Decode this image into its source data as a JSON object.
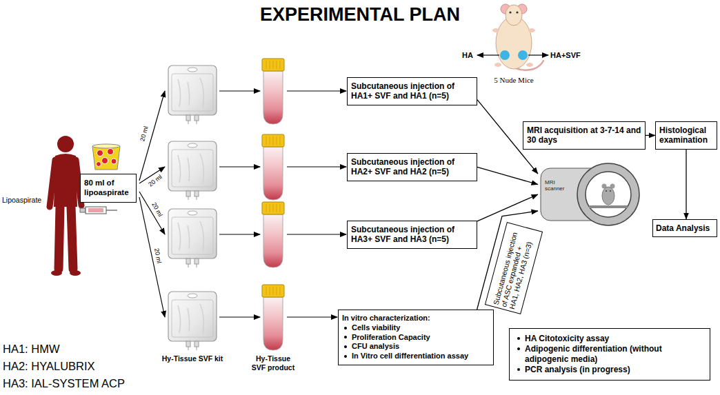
{
  "diagram": {
    "title": "EXPERIMENTAL PLAN",
    "nodes": [
      {
        "text": [
          "80 ml of lipoaspirate"
        ]
      },
      {
        "text": [
          "Subcutaneous injection of HA1+ SVF and HA1 (n=5)"
        ]
      },
      {
        "text": [
          "Subcutaneous injection of HA2+ SVF and HA2 (n=5)"
        ]
      },
      {
        "text": [
          "Subcutaneous injection of HA3+ SVF and HA3 (n=5)"
        ]
      },
      {
        "text": [
          "In vitro characterization:",
          "Cells viability",
          "Proliferation Capacity",
          "CFU analysis",
          "In Vitro cell differentiation assay"
        ]
      },
      {
        "text": [
          "Subcutaneous injection of ASC expanded + HA1, HA2, HA3 (n=3)"
        ]
      },
      {
        "text": [
          "MRI acquisition at 3-7-14 and 30 days"
        ]
      },
      {
        "text": [
          "Histological examination"
        ]
      },
      {
        "text": [
          "MRI scanner"
        ]
      },
      {
        "text": [
          "Data Analysis"
        ]
      },
      {
        "text": [
          "HA Citotoxicity assay",
          "Adipogenic differentiation (without adipogenic media)",
          "PCR analysis (in progress)"
        ]
      }
    ],
    "edges": [
      {
        "from": 1,
        "to": 8,
        "arrow": "to"
      },
      {
        "from": 2,
        "to": 8,
        "arrow": "to"
      },
      {
        "from": 3,
        "to": 8,
        "arrow": "to"
      },
      {
        "from": 4,
        "to": 8,
        "arrow": "to"
      },
      {
        "from": 6,
        "to": 7,
        "arrow": "to"
      },
      {
        "from": 7,
        "to": 9,
        "arrow": "to"
      }
    ],
    "labels": [
      "Lipoaspirate",
      "20 ml",
      "20 ml",
      "20 ml",
      "20 ml",
      "HA",
      "HA+SVF",
      "5 Nude Mice",
      "Hy-Tissue SVF kit",
      "Hy-Tissue SVF product",
      "HA1: HMW",
      "HA2: HYALUBRIX",
      "HA3: IAL-SYSTEM ACP"
    ]
  }
}
